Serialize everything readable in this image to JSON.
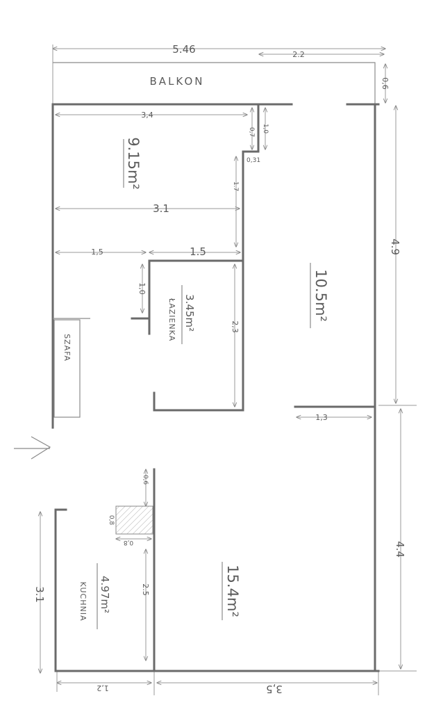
{
  "plan": {
    "overall_width": "5.46",
    "balcony_width": "2.2",
    "balcony_depth": "0,6",
    "balcony_label": "BALKON",
    "room1": {
      "area": "9.15m²",
      "width_top": "3,4",
      "width_mid": "3.1",
      "step_height": "0,7",
      "step_offset": "0,31",
      "wall_seg": "1,0",
      "wall_seg2": "1.7"
    },
    "hall": {
      "width_left": "1,5",
      "width_right": "1.5"
    },
    "bathroom": {
      "area": "3.45m²",
      "label": "ŁAZIENKA",
      "door_side": "1,0",
      "depth": "2,3"
    },
    "room2": {
      "area": "10.5m²",
      "length": "4.9",
      "partition": "1,3"
    },
    "closet": {
      "label": "SZAFA"
    },
    "living": {
      "area": "15.4m²",
      "length": "4.4",
      "width": "3,5",
      "pillar_offset": "0,6",
      "pillar_w": "0,8",
      "pillar_h": "0,8",
      "wall_seg": "2.5"
    },
    "kitchen": {
      "area": "4.97m²",
      "label": "KUCHNIA",
      "length": "3.1",
      "width": "1,2"
    },
    "colors": {
      "pencil": "#6a6a6a",
      "paper": "#ffffff"
    }
  }
}
